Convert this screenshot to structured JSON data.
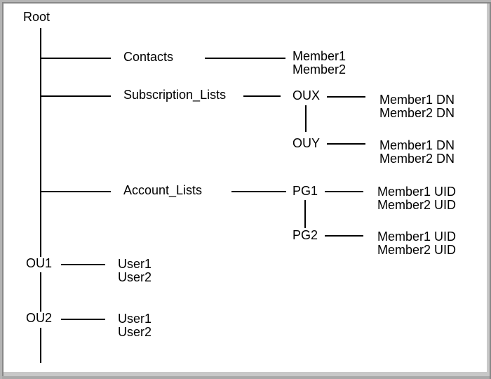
{
  "diagram_title": "directory-tree",
  "colors": {
    "line": "#000000",
    "text": "#000000",
    "background": "#ffffff",
    "frame_outer_top_left": "#b4b4b4",
    "frame_inner_top_left": "#878787",
    "frame_inner_bottom_right": "#c8c8c8",
    "frame_outer_bottom_right": "#a9a9a9"
  },
  "tree": {
    "root": {
      "label": "Root"
    },
    "branches": [
      {
        "name": "contacts",
        "label": "Contacts",
        "members": [
          "Member1",
          "Member2"
        ]
      },
      {
        "name": "subscription_lists",
        "label": "Subscription_Lists",
        "groups": [
          {
            "label": "OUX",
            "members": [
              "Member1 DN",
              "Member2 DN"
            ]
          },
          {
            "label": "OUY",
            "members": [
              "Member1 DN",
              "Member2 DN"
            ]
          }
        ]
      },
      {
        "name": "account_lists",
        "label": "Account_Lists",
        "groups": [
          {
            "label": "PG1",
            "members": [
              "Member1 UID",
              "Member2 UID"
            ]
          },
          {
            "label": "PG2",
            "members": [
              "Member1 UID",
              "Member2 UID"
            ]
          }
        ]
      },
      {
        "name": "ou1",
        "label": "OU1",
        "members": [
          "User1",
          "User2"
        ]
      },
      {
        "name": "ou2",
        "label": "OU2",
        "members": [
          "User1",
          "User2"
        ]
      }
    ]
  }
}
